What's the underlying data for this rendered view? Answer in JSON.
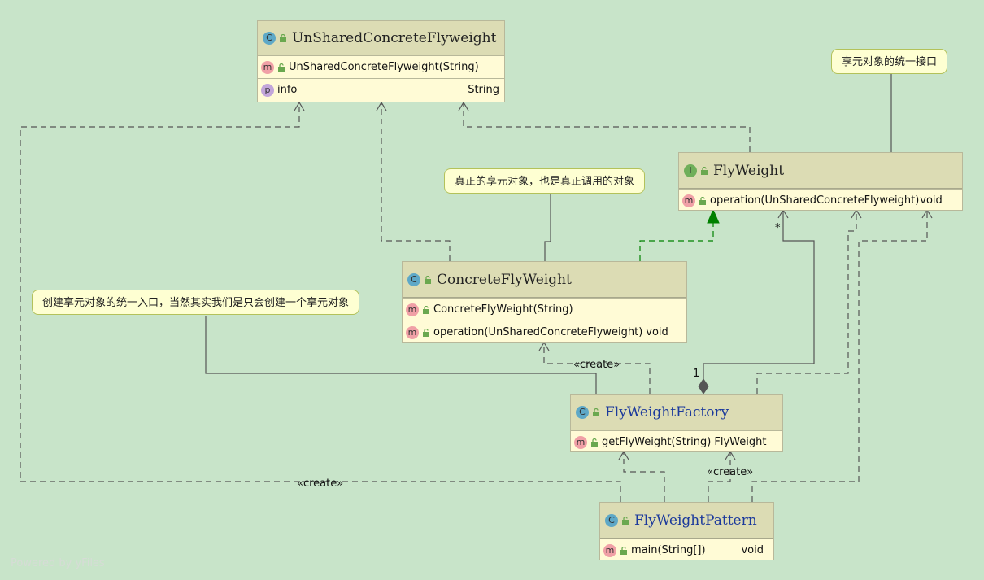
{
  "classes": {
    "unshared": {
      "name": "UnSharedConcreteFlyweight",
      "type_icon": "class-icon",
      "constructor": "UnSharedConcreteFlyweight(String)",
      "field_name": "info",
      "field_type": "String"
    },
    "flyweight": {
      "name": "FlyWeight",
      "type_icon": "interface-icon",
      "method": "operation(UnSharedConcreteFlyweight)",
      "method_type": "void"
    },
    "concrete": {
      "name": "ConcreteFlyWeight",
      "type_icon": "class-icon",
      "constructor": "ConcreteFlyWeight(String)",
      "method": "operation(UnSharedConcreteFlyweight)",
      "method_type": "void"
    },
    "factory": {
      "name": "FlyWeightFactory",
      "type_icon": "class-icon",
      "method": "getFlyWeight(String)",
      "method_type": "FlyWeight"
    },
    "pattern": {
      "name": "FlyWeightPattern",
      "type_icon": "runnable-class-icon",
      "method": "main(String[])",
      "method_type": "void"
    }
  },
  "icons": {
    "class": "C",
    "interface": "I",
    "method": "m",
    "property": "p"
  },
  "notes": {
    "flyweight_interface": "享元对象的统一接口",
    "concrete_object": "真正的享元对象，也是真正调用的对象",
    "factory_entry": "创建享元对象的统一入口，当然其实我们是只会创建一个享元对象"
  },
  "edge_labels": {
    "create_concrete": "«create»",
    "create_unshared": "«create»",
    "create_factory": "«create»",
    "multiplicity_many": "*",
    "multiplicity_one": "1"
  },
  "watermark": "Powered by yFiles",
  "colors": {
    "background": "#c8e4c9",
    "class_body": "#fffbd6",
    "class_header": "#dcdcb4",
    "realization_arrow": "#008000",
    "edge": "#555555"
  }
}
